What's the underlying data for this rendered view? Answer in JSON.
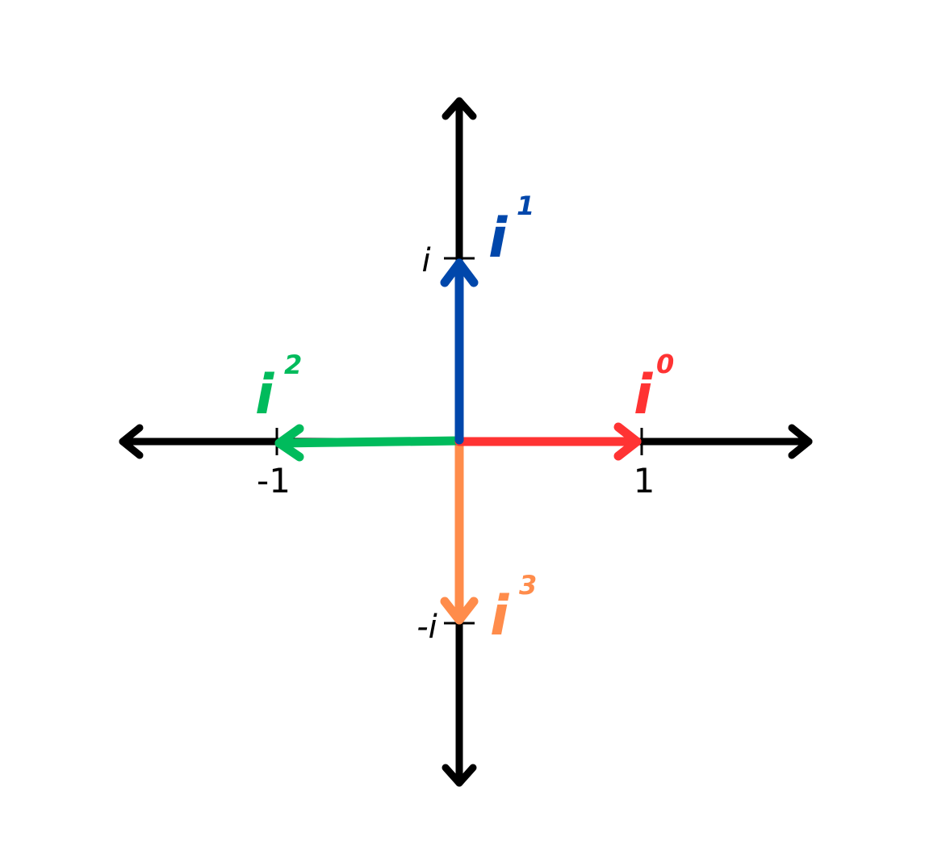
{
  "axis_color": "#000000",
  "ticks": {
    "positive_real": "1",
    "negative_real": "-1",
    "positive_imag": "i",
    "negative_imag": "-i"
  },
  "vectors": [
    {
      "id": "i0",
      "base": "i",
      "exponent": "0",
      "color": "#ff3333",
      "target": "1"
    },
    {
      "id": "i1",
      "base": "i",
      "exponent": "1",
      "color": "#0047ab",
      "target": "i"
    },
    {
      "id": "i2",
      "base": "i",
      "exponent": "2",
      "color": "#00bb5c",
      "target": "-1"
    },
    {
      "id": "i3",
      "base": "i",
      "exponent": "3",
      "color": "#ff8c4b",
      "target": "-i"
    }
  ]
}
